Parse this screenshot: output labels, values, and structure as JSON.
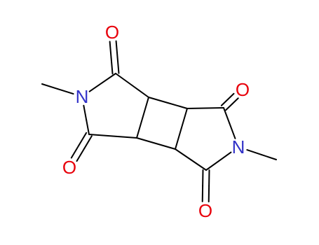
{
  "molecule": {
    "colors": {
      "bond": "#000000",
      "oxygen": "#e8000b",
      "nitrogen": "#3232c8",
      "background": "#ffffff"
    },
    "atoms": [
      {
        "id": "O1",
        "element": "O",
        "label": "O"
      },
      {
        "id": "C1",
        "element": "C",
        "label": ""
      },
      {
        "id": "N1",
        "element": "N",
        "label": "N"
      },
      {
        "id": "Me1",
        "element": "C",
        "label": ""
      },
      {
        "id": "C2",
        "element": "C",
        "label": ""
      },
      {
        "id": "O2",
        "element": "O",
        "label": "O"
      },
      {
        "id": "C3",
        "element": "C",
        "label": ""
      },
      {
        "id": "C4",
        "element": "C",
        "label": ""
      },
      {
        "id": "C5",
        "element": "C",
        "label": ""
      },
      {
        "id": "C6",
        "element": "C",
        "label": ""
      },
      {
        "id": "C7",
        "element": "C",
        "label": ""
      },
      {
        "id": "O3",
        "element": "O",
        "label": "O"
      },
      {
        "id": "N2",
        "element": "N",
        "label": "N"
      },
      {
        "id": "Me2",
        "element": "C",
        "label": ""
      },
      {
        "id": "C8",
        "element": "C",
        "label": ""
      },
      {
        "id": "O4",
        "element": "O",
        "label": "O"
      }
    ],
    "bonds": [
      {
        "a": "O1",
        "b": "C1",
        "order": 2
      },
      {
        "a": "C1",
        "b": "N1",
        "order": 1
      },
      {
        "a": "N1",
        "b": "Me1",
        "order": 1
      },
      {
        "a": "N1",
        "b": "C2",
        "order": 1
      },
      {
        "a": "C2",
        "b": "O2",
        "order": 2
      },
      {
        "a": "C1",
        "b": "C4",
        "order": 1
      },
      {
        "a": "C2",
        "b": "C3",
        "order": 1
      },
      {
        "a": "C3",
        "b": "C4",
        "order": 1
      },
      {
        "a": "C4",
        "b": "C5",
        "order": 1
      },
      {
        "a": "C5",
        "b": "C6",
        "order": 1
      },
      {
        "a": "C6",
        "b": "C3",
        "order": 1
      },
      {
        "a": "C5",
        "b": "C7",
        "order": 1
      },
      {
        "a": "C7",
        "b": "O3",
        "order": 2
      },
      {
        "a": "C7",
        "b": "N2",
        "order": 1
      },
      {
        "a": "N2",
        "b": "Me2",
        "order": 1
      },
      {
        "a": "N2",
        "b": "C8",
        "order": 1
      },
      {
        "a": "C8",
        "b": "O4",
        "order": 2
      },
      {
        "a": "C8",
        "b": "C6",
        "order": 1
      }
    ]
  }
}
